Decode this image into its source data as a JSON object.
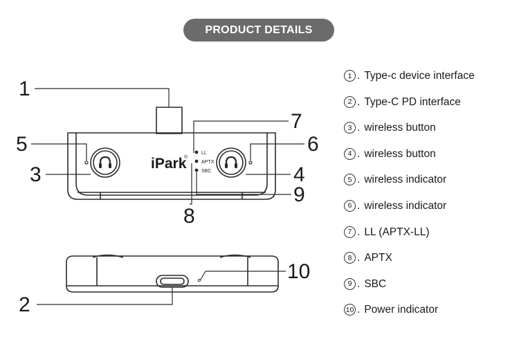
{
  "title": "PRODUCT DETAILS",
  "device": {
    "brand": "iPark",
    "reg": "®",
    "indicators": [
      "LL",
      "APTX",
      "SBC"
    ]
  },
  "callouts": [
    "1",
    "2",
    "3",
    "4",
    "5",
    "6",
    "7",
    "8",
    "9",
    "10"
  ],
  "legend": [
    {
      "num": "1",
      "text": "Type-c device interface"
    },
    {
      "num": "2",
      "text": "Type-C PD interface"
    },
    {
      "num": "3",
      "text": "wireless button"
    },
    {
      "num": "4",
      "text": "wireless button"
    },
    {
      "num": "5",
      "text": "wireless indicator"
    },
    {
      "num": "6",
      "text": "wireless indicator"
    },
    {
      "num": "7",
      "text": "LL (APTX-LL)"
    },
    {
      "num": "8",
      "text": "APTX"
    },
    {
      "num": "9",
      "text": "SBC"
    },
    {
      "num": "10",
      "text": "Power indicator"
    }
  ],
  "legend_separator": ".",
  "colors": {
    "pill": "#6b6b6b",
    "ink": "#1a1a1a"
  }
}
